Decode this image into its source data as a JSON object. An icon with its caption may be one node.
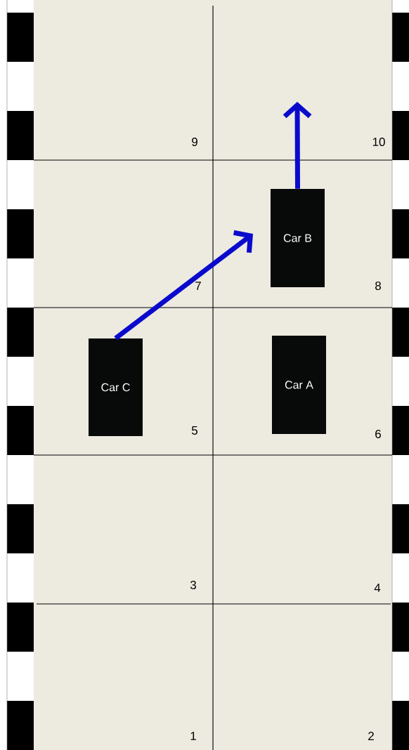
{
  "diagram": {
    "nodes": [
      {
        "text": [
          "Car B"
        ]
      },
      {
        "text": [
          "Car A"
        ]
      },
      {
        "text": [
          "Car C"
        ]
      }
    ],
    "edges": [
      {
        "from": 0,
        "to": null,
        "arrow": "to"
      },
      {
        "from": 2,
        "to": null,
        "arrow": "to"
      }
    ],
    "labels": [
      "9",
      "10",
      "7",
      "8",
      "5",
      "6",
      "3",
      "4",
      "1",
      "2"
    ]
  }
}
